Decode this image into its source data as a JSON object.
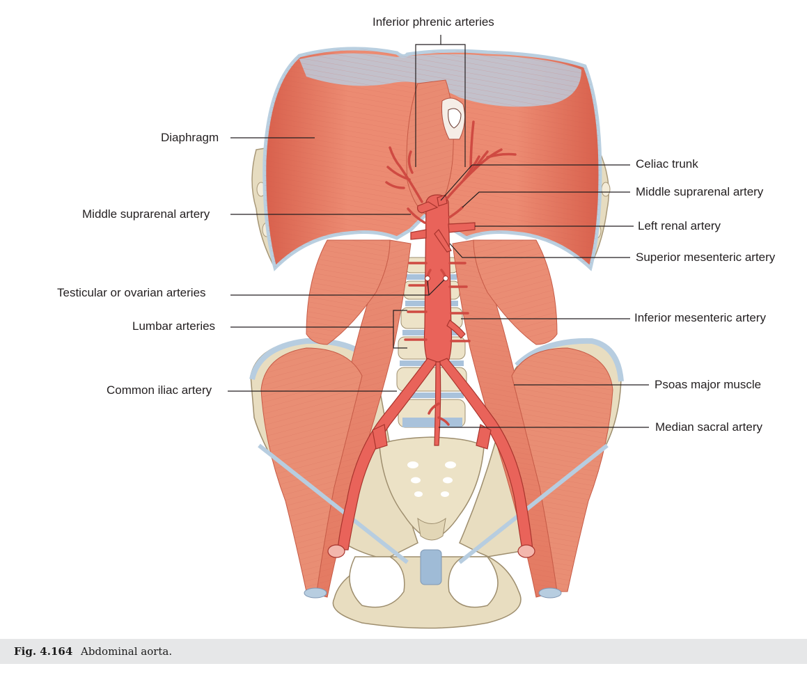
{
  "labels": {
    "inferior_phrenic": "Inferior phrenic arteries",
    "diaphragm": "Diaphragm",
    "celiac_trunk": "Celiac trunk",
    "middle_suprarenal_right": "Middle suprarenal artery",
    "middle_suprarenal_left": "Middle suprarenal artery",
    "left_renal": "Left renal artery",
    "superior_mesenteric": "Superior mesenteric artery",
    "testicular_ovarian": "Testicular or ovarian arteries",
    "lumbar": "Lumbar arteries",
    "inferior_mesenteric": "Inferior mesenteric artery",
    "common_iliac": "Common iliac artery",
    "psoas_major": "Psoas major muscle",
    "median_sacral": "Median sacral artery"
  },
  "caption": {
    "number": "Fig. 4.164",
    "text": "Abdominal aorta."
  },
  "colors": {
    "muscle": "#e8836c",
    "muscle_dark": "#d0604a",
    "tendon": "#b9cfe0",
    "bone": "#e9dfc4",
    "artery": "#e9635a",
    "caption_bg": "#e6e7e8"
  }
}
